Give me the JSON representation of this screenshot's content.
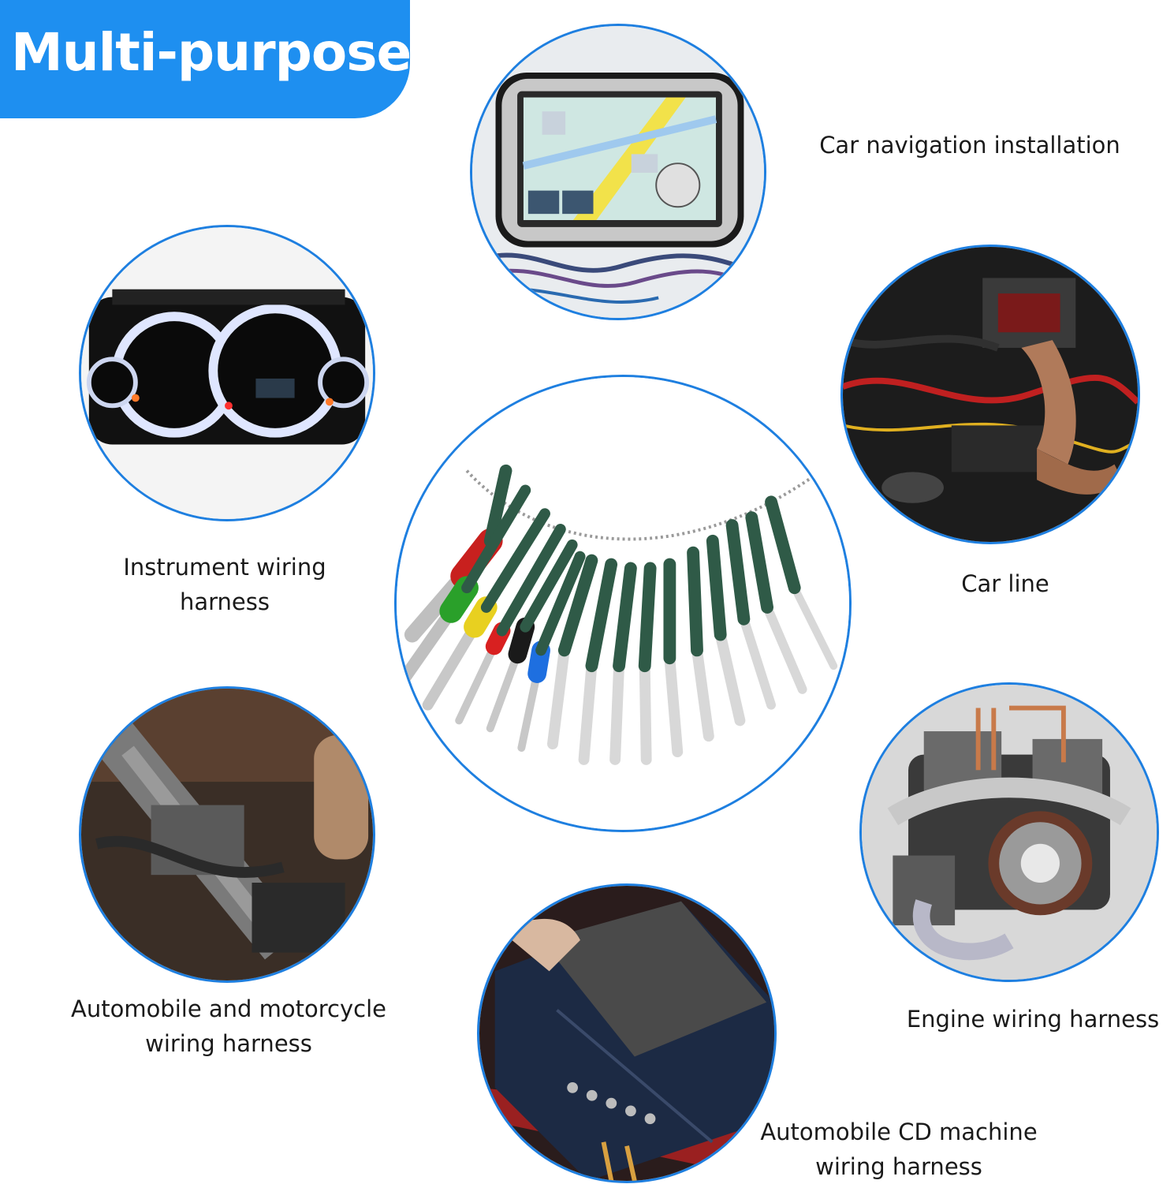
{
  "header": {
    "title": "Multi-purpose"
  },
  "colors": {
    "brand_blue": "#1e8ff0",
    "circle_border": "#1e7fe0",
    "tool_green": "#2f5a47"
  },
  "applications": [
    {
      "icon": "car-navigation-photo",
      "lines": [
        "Car navigation installation"
      ]
    },
    {
      "icon": "instrument-cluster-photo",
      "lines": [
        "Instrument wiring",
        "harness"
      ]
    },
    {
      "icon": "car-wiring-photo",
      "lines": [
        "Car line"
      ]
    },
    {
      "icon": "motorcycle-engine-photo",
      "lines": [
        "Automobile and motorcycle",
        "wiring harness"
      ]
    },
    {
      "icon": "engine-photo",
      "lines": [
        "Engine wiring harness"
      ]
    },
    {
      "icon": "amplifier-photo",
      "lines": [
        "Automobile CD machine",
        "wiring harness"
      ]
    }
  ],
  "center": {
    "icon": "terminal-removal-tool-set-photo"
  }
}
